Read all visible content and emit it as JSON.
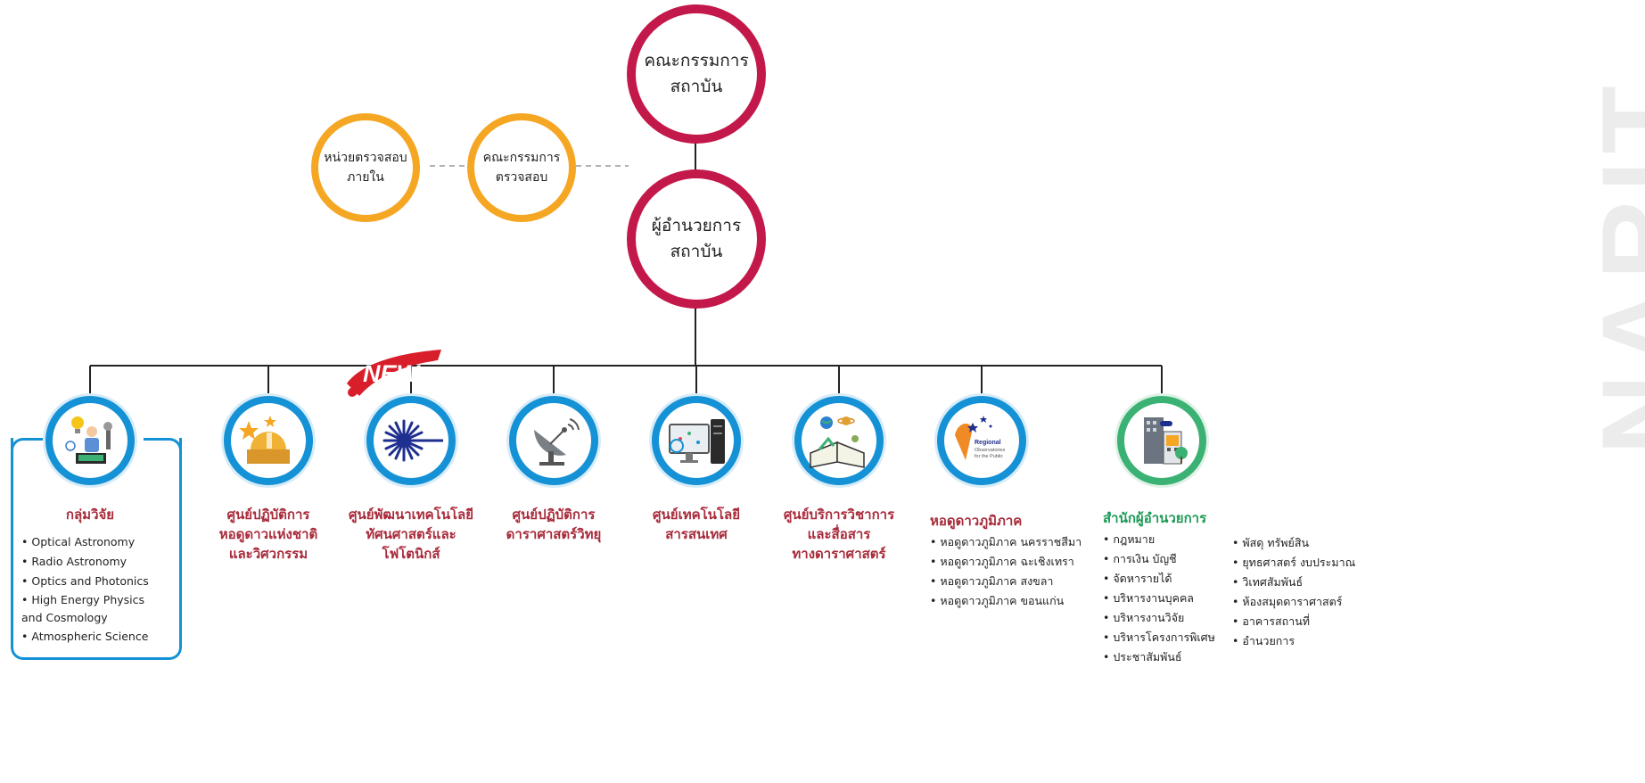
{
  "top": {
    "board": "คณะกรรมการ\nสถาบัน",
    "director": "ผู้อำนวยการ\nสถาบัน",
    "audit_unit": "หน่วยตรวจสอบ\nภายใน",
    "audit_committee": "คณะกรรมการ\nตรวจสอบ"
  },
  "new_badge": "NEW",
  "watermark": "NARIT",
  "units": [
    {
      "title": "กลุ่มวิจัย",
      "icon": "research-scientist-icon",
      "items": [
        "Optical Astronomy",
        "Radio Astronomy",
        "Optics and Photonics",
        "High Energy Physics\nand Cosmology",
        "Atmospheric Science"
      ]
    },
    {
      "title": "ศูนย์ปฏิบัติการ\nหอดูดาวแห่งชาติ\nและวิศวกรรม",
      "icon": "observatory-dome-icon"
    },
    {
      "title": "ศูนย์พัฒนาเทคโนโลยี\nทัศนศาสตร์และ\nโฟโตนิกส์",
      "icon": "laser-burst-icon"
    },
    {
      "title": "ศูนย์ปฏิบัติการ\nดาราศาสตร์วิทยุ",
      "icon": "radio-dish-icon"
    },
    {
      "title": "ศูนย์เทคโนโลยี\nสารสนเทศ",
      "icon": "computer-server-icon"
    },
    {
      "title": "ศูนย์บริการวิชาการ\nและสื่อสาร\nทางดาราศาสตร์",
      "icon": "open-book-planet-icon"
    },
    {
      "title": "หอดูดาวภูมิภาค",
      "icon": "regional-observatory-logo-icon",
      "logo_text": "Regional\nObservatories\nfor the Public",
      "items": [
        "หอดูดาวภูมิภาค นครราชสีมา",
        "หอดูดาวภูมิภาค ฉะเชิงเทรา",
        "หอดูดาวภูมิภาค สงขลา",
        "หอดูดาวภูมิภาค ขอนแก่น"
      ]
    },
    {
      "title": "สำนักผู้อำนวยการ",
      "icon": "office-building-icon",
      "items": [
        "กฎหมาย",
        "การเงิน บัญชี",
        "จัดหารายได้",
        "บริหารงานบุคคล",
        "บริหารงานวิจัย",
        "บริหารโครงการพิเศษ",
        "ประชาสัมพันธ์"
      ],
      "items2": [
        "พัสดุ ทรัพย์สิน",
        "ยุทธศาสตร์ งบประมาณ",
        "วิเทศสัมพันธ์",
        "ห้องสมุดดาราศาสตร์",
        "อาคารสถานที่",
        "อำนวยการ"
      ]
    }
  ],
  "colors": {
    "top": "#c3184a",
    "audit": "#f5a623",
    "unit_ring": "#1591d6",
    "office_ring": "#3bb273",
    "title": "#a82a3a",
    "office_title": "#1d9a57"
  }
}
